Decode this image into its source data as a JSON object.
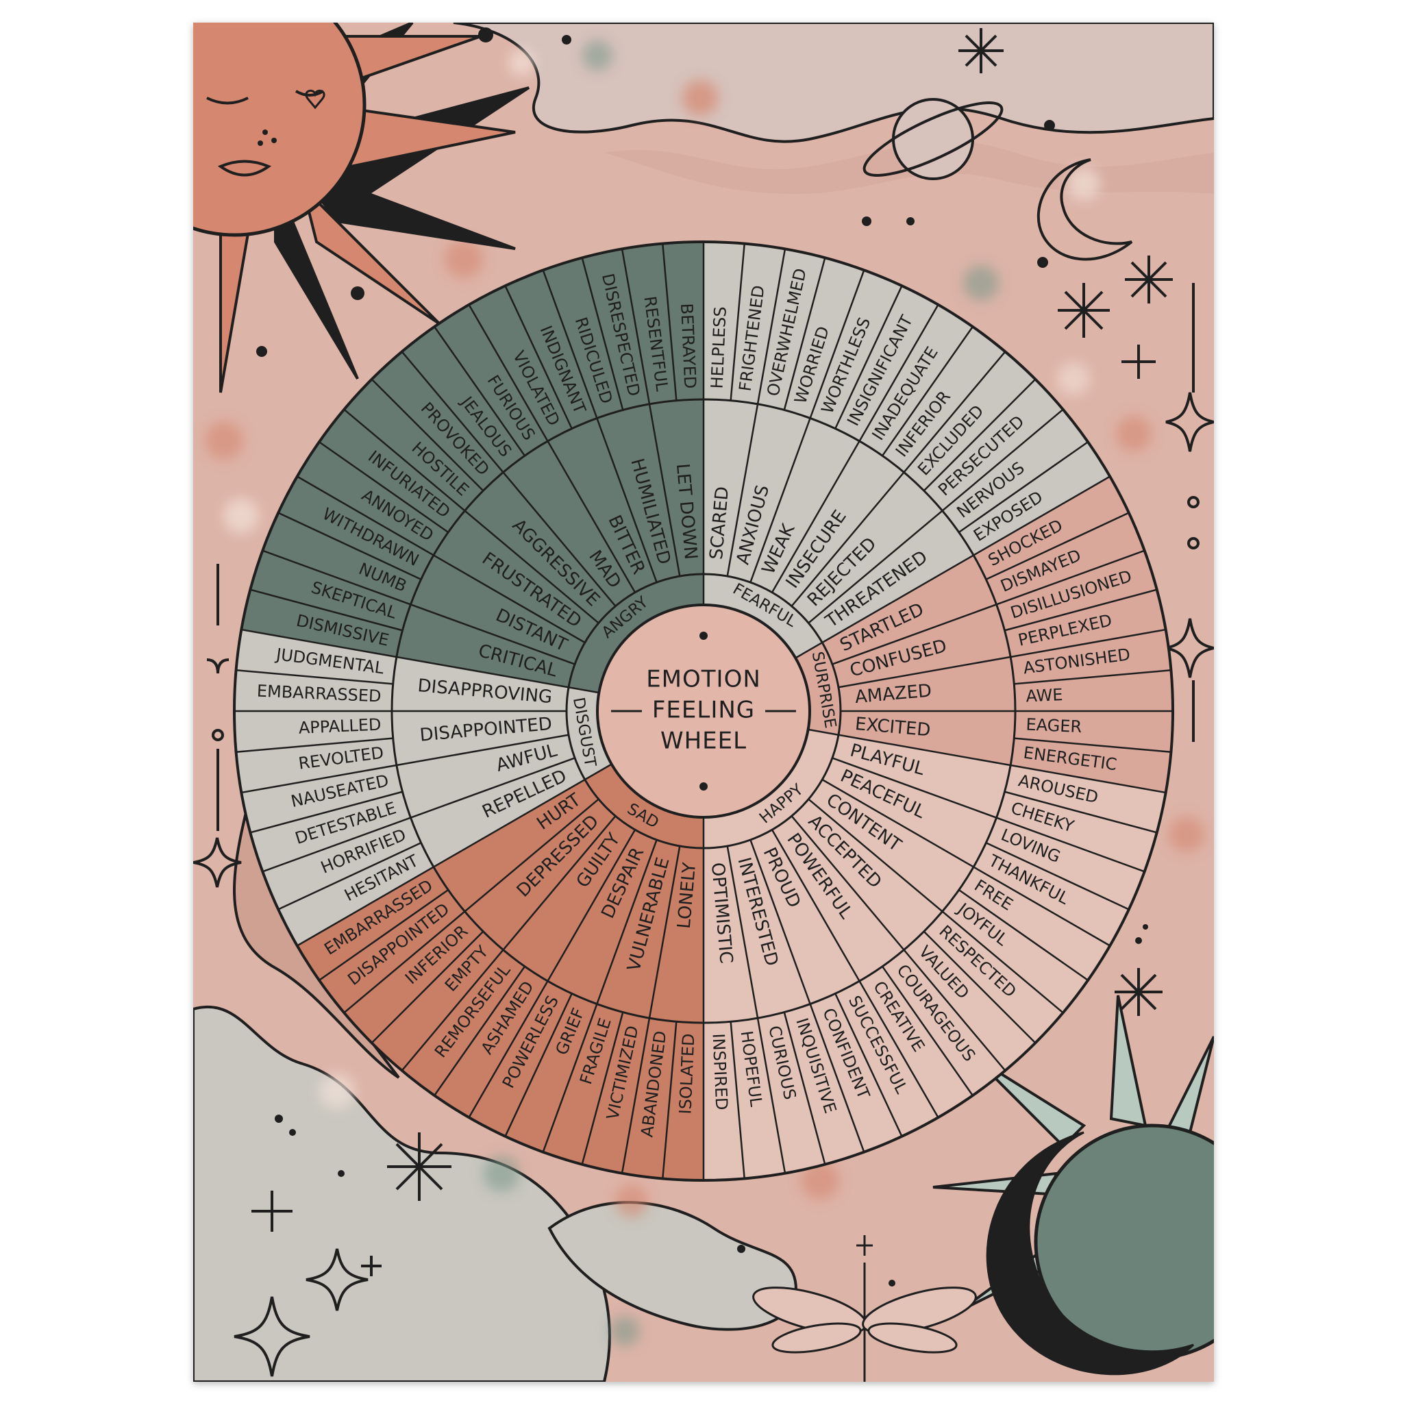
{
  "title": {
    "line1": "EMOTION",
    "line2": "FEELING",
    "line3": "WHEEL"
  },
  "signature": "",
  "colors": {
    "poster_bg": "#ddb4a8",
    "fearful": "#c9c7bf",
    "angry": "#677a71",
    "disgust": "#c9c7bf",
    "sad": "#c97e66",
    "happy": "#e3c2b8",
    "surprise": "#d9a89a",
    "center": "#e2b6a9",
    "ink": "#1f1f1f",
    "accent_sun": "#d5876f",
    "accent_moon": "#6b8378"
  },
  "wheel": [
    {
      "name": "FEARFUL",
      "color": "#c9c7bf",
      "groups": [
        {
          "label": "SCARED",
          "outer": [
            "HELPLESS",
            "FRIGHTENED"
          ]
        },
        {
          "label": "ANXIOUS",
          "outer": [
            "OVERWHELMED",
            "WORRIED"
          ]
        },
        {
          "label": "WEAK",
          "outer": [
            "WORTHLESS",
            "INSIGNIFICANT"
          ]
        },
        {
          "label": "INSECURE",
          "outer": [
            "INADEQUATE",
            "INFERIOR"
          ]
        },
        {
          "label": "REJECTED",
          "outer": [
            "EXCLUDED",
            "PERSECUTED"
          ]
        },
        {
          "label": "THREATENED",
          "outer": [
            "NERVOUS",
            "EXPOSED"
          ]
        }
      ]
    },
    {
      "name": "SURPRISE",
      "color": "#d9a89a",
      "groups": [
        {
          "label": "STARTLED",
          "outer": [
            "SHOCKED",
            "DISMAYED"
          ]
        },
        {
          "label": "CONFUSED",
          "outer": [
            "DISILLUSIONED",
            "PERPLEXED"
          ]
        },
        {
          "label": "AMAZED",
          "outer": [
            "ASTONISHED",
            "AWE"
          ]
        },
        {
          "label": "EXCITED",
          "outer": [
            "EAGER",
            "ENERGETIC"
          ]
        }
      ]
    },
    {
      "name": "HAPPY",
      "color": "#e3c2b8",
      "groups": [
        {
          "label": "PLAYFUL",
          "outer": [
            "AROUSED",
            "CHEEKY"
          ]
        },
        {
          "label": "PEACEFUL",
          "outer": [
            "LOVING",
            "THANKFUL"
          ]
        },
        {
          "label": "CONTENT",
          "outer": [
            "FREE",
            "JOYFUL"
          ]
        },
        {
          "label": "ACCEPTED",
          "outer": [
            "RESPECTED",
            "VALUED"
          ]
        },
        {
          "label": "POWERFUL",
          "outer": [
            "COURAGEOUS",
            "CREATIVE"
          ]
        },
        {
          "label": "PROUD",
          "outer": [
            "SUCCESSFUL",
            "CONFIDENT"
          ]
        },
        {
          "label": "INTERESTED",
          "outer": [
            "INQUISITIVE",
            "CURIOUS"
          ]
        },
        {
          "label": "OPTIMISTIC",
          "outer": [
            "HOPEFUL",
            "INSPIRED"
          ]
        }
      ]
    },
    {
      "name": "SAD",
      "color": "#c97e66",
      "groups": [
        {
          "label": "LONELY",
          "outer": [
            "ISOLATED",
            "ABANDONED"
          ]
        },
        {
          "label": "VULNERABLE",
          "outer": [
            "VICTIMIZED",
            "FRAGILE"
          ]
        },
        {
          "label": "DESPAIR",
          "outer": [
            "GRIEF",
            "POWERLESS"
          ]
        },
        {
          "label": "GUILTY",
          "outer": [
            "ASHAMED",
            "REMORSEFUL"
          ]
        },
        {
          "label": "DEPRESSED",
          "outer": [
            "EMPTY",
            "INFERIOR"
          ]
        },
        {
          "label": "HURT",
          "outer": [
            "DISAPPOINTED",
            "EMBARRASSED"
          ]
        }
      ]
    },
    {
      "name": "DISGUST",
      "color": "#c9c7bf",
      "groups": [
        {
          "label": "REPELLED",
          "outer": [
            "HESITANT",
            "HORRIFIED"
          ]
        },
        {
          "label": "AWFUL",
          "outer": [
            "DETESTABLE",
            "NAUSEATED"
          ]
        },
        {
          "label": "DISAPPOINTED",
          "outer": [
            "REVOLTED",
            "APPALLED"
          ]
        },
        {
          "label": "DISAPPROVING",
          "outer": [
            "EMBARRASSED",
            "JUDGMENTAL"
          ]
        }
      ]
    },
    {
      "name": "ANGRY",
      "color": "#677a71",
      "groups": [
        {
          "label": "CRITICAL",
          "outer": [
            "DISMISSIVE",
            "SKEPTICAL"
          ]
        },
        {
          "label": "DISTANT",
          "outer": [
            "NUMB",
            "WITHDRAWN"
          ]
        },
        {
          "label": "FRUSTRATED",
          "outer": [
            "ANNOYED",
            "INFURIATED"
          ]
        },
        {
          "label": "AGGRESSIVE",
          "outer": [
            "HOSTILE",
            "PROVOKED"
          ]
        },
        {
          "label": "MAD",
          "outer": [
            "JEALOUS",
            "FURIOUS"
          ]
        },
        {
          "label": "BITTER",
          "outer": [
            "VIOLATED",
            "INDIGNANT"
          ]
        },
        {
          "label": "HUMILIATED",
          "outer": [
            "RIDICULED",
            "DISRESPECTED"
          ]
        },
        {
          "label": "LET DOWN",
          "outer": [
            "RESENTFUL",
            "BETRAYED"
          ]
        }
      ]
    }
  ]
}
